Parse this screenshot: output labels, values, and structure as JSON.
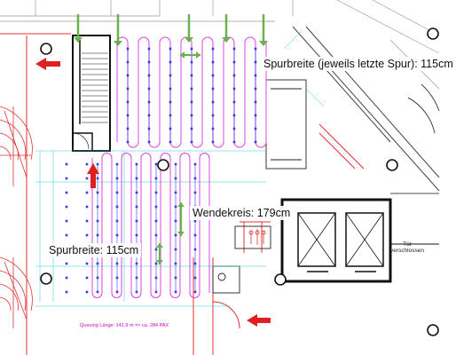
{
  "labels": {
    "spurbreite_last": "Spurbreite (jeweils letzte Spur): 115cm",
    "wendekreis": "Wendekreis: 179cm",
    "spurbreite": "Spurbreite: 115cm",
    "tuer_line1": "Tür",
    "tuer_line2": "verschlossen",
    "queue_info": "Queuing Länge: 141,9 m => ca. 284 PAX"
  },
  "colors": {
    "queue_line": "#e040e0",
    "stanchion": "#3a3ad8",
    "arrow_green": "#6ab04c",
    "arrow_red": "#e02020",
    "wall": "#111111",
    "red_line": "#e03030",
    "cyan_line": "#30c8e0",
    "building_line": "#555555"
  },
  "icons": [
    "staircase-icon",
    "elevator-icon",
    "column-icon",
    "entry-arrow-icon",
    "green-arrow-icon"
  ]
}
